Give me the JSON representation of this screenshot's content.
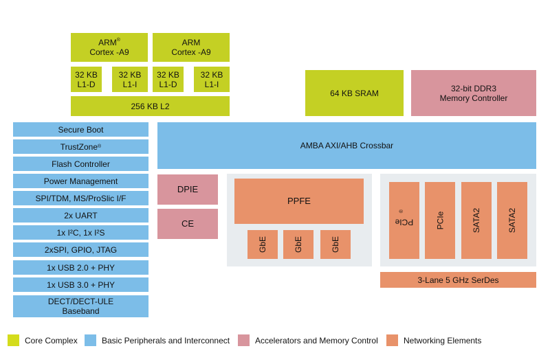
{
  "core": {
    "cpu1": {
      "line1": "ARM",
      "reg": "®",
      "line2": "Cortex -A9"
    },
    "cpu2": {
      "line1": "ARM",
      "line2": "Cortex -A9"
    },
    "l1": [
      {
        "line1": "32 KB",
        "line2": "L1-D"
      },
      {
        "line1": "32 KB",
        "line2": "L1-I"
      },
      {
        "line1": "32 KB",
        "line2": "L1-D"
      },
      {
        "line1": "32 KB",
        "line2": "L1-I"
      }
    ],
    "l2": "256 KB L2",
    "sram": "64 KB SRAM"
  },
  "memory_controller": {
    "line1": "32-bit DDR3",
    "line2": "Memory Controller"
  },
  "crossbar": "AMBA AXI/AHB Crossbar",
  "peripherals": [
    "Secure Boot",
    "TrustZone",
    "Flash Controller",
    "Power Management",
    "SPI/TDM, MS/ProSlic I/F",
    "2x UART",
    "1x I²C, 1x I²S",
    "2xSPI, GPIO, JTAG",
    "1x USB 2.0 + PHY",
    "1x USB 3.0 + PHY"
  ],
  "trustzone_reg": "®",
  "dect": {
    "line1": "DECT/DECT-ULE",
    "line2": "Baseband"
  },
  "accelerators": [
    "DPIE",
    "CE"
  ],
  "networking": {
    "ppfe": "PPFE",
    "gbe": [
      "GbE",
      "GbE",
      "GbE"
    ],
    "serdes_ports": [
      "PCIe",
      "PCIe",
      "SATA2",
      "SATA2"
    ],
    "pcie_reg": "®",
    "serdes": "3-Lane 5 GHz SerDes"
  },
  "legend": [
    {
      "label": "Core Complex",
      "color": "#c4d024"
    },
    {
      "label": "Basic Peripherals and Interconnect",
      "color": "#7cbde8"
    },
    {
      "label": "Accelerators and Memory Control",
      "color": "#d8959d"
    },
    {
      "label": "Networking Elements",
      "color": "#e8926a"
    }
  ]
}
